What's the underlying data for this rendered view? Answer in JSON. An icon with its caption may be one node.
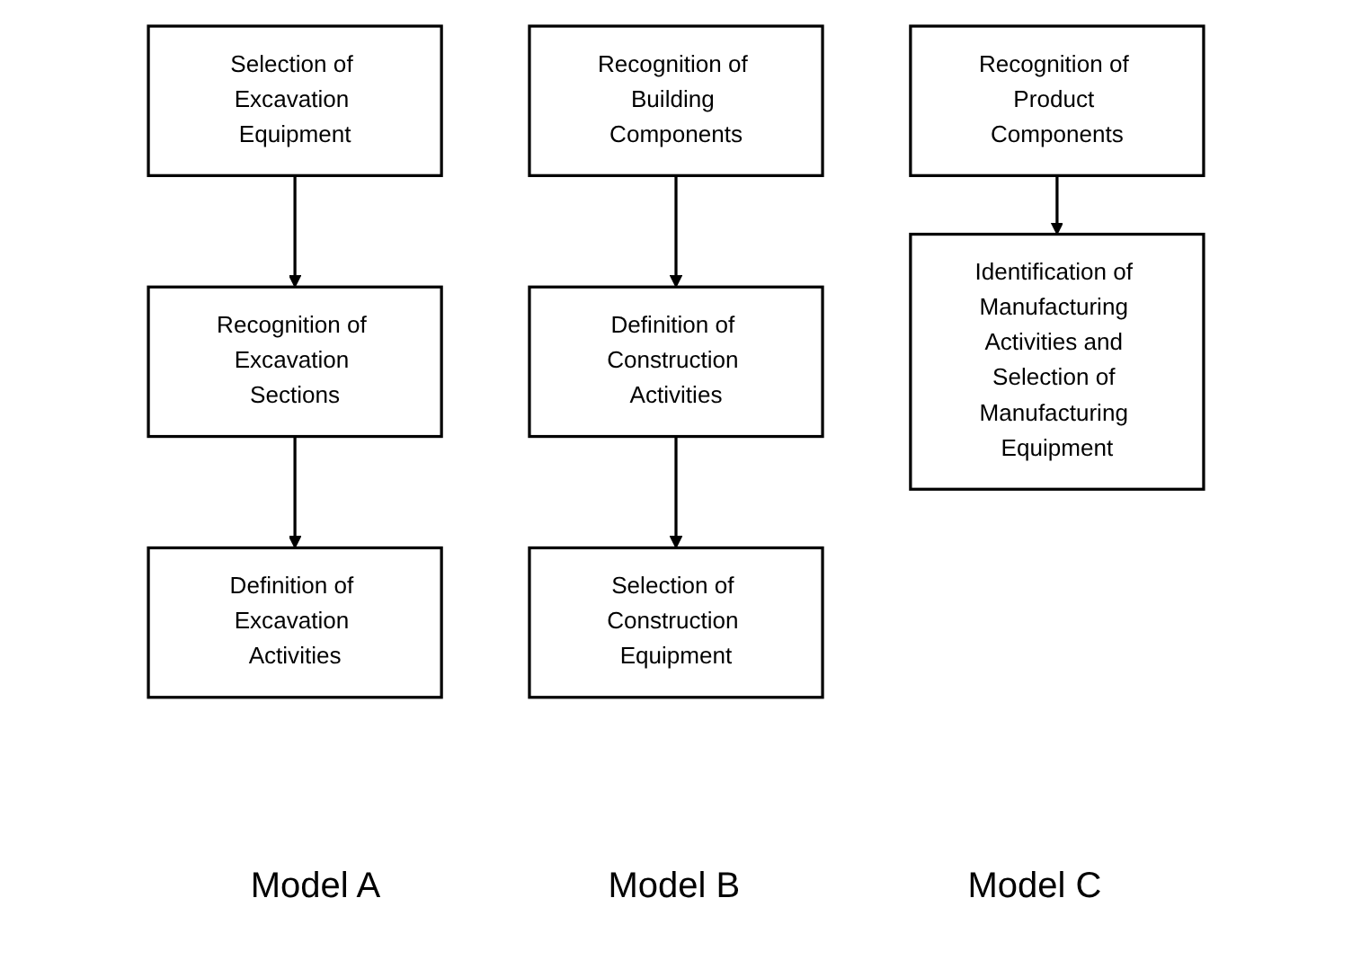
{
  "diagram": {
    "nodes": [
      {
        "text": [
          "Selection of Excavation Equipment"
        ]
      },
      {
        "text": [
          "Recognition of Excavation Sections"
        ]
      },
      {
        "text": [
          "Definition of Excavation Activities"
        ]
      },
      {
        "text": [
          "Recognition of Building Components"
        ]
      },
      {
        "text": [
          "Definition of Construction Activities"
        ]
      },
      {
        "text": [
          "Selection of Construction Equipment"
        ]
      },
      {
        "text": [
          "Recognition of Product Components"
        ]
      },
      {
        "text": [
          "Identification of Manufacturing Activities and Selection of Manufacturing Equipment"
        ]
      }
    ],
    "edges": [
      {
        "from": 0,
        "to": 1,
        "arrow": "to"
      },
      {
        "from": 1,
        "to": 2,
        "arrow": "to"
      },
      {
        "from": 3,
        "to": 4,
        "arrow": "to"
      },
      {
        "from": 4,
        "to": 5,
        "arrow": "to"
      },
      {
        "from": 6,
        "to": 7,
        "arrow": "to"
      }
    ],
    "labels": [
      "Model A",
      "Model B",
      "Model C"
    ]
  }
}
